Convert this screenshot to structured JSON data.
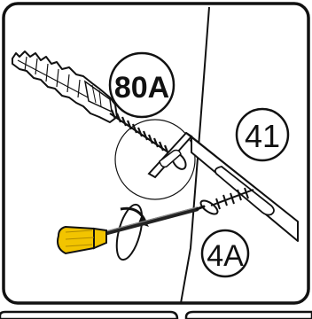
{
  "diagram": {
    "labels": {
      "anchor_part": "80A",
      "bracket_part": "41",
      "screw_part": "4A"
    },
    "colors": {
      "line": "#111111",
      "screwdriver_handle": "#f2c400",
      "screwdriver_shaft": "#222222",
      "paper": "#ffffff"
    }
  }
}
